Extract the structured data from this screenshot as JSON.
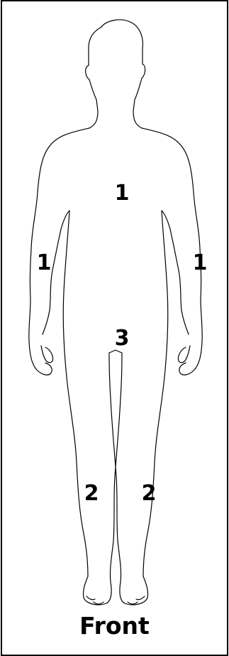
{
  "caption": "Front",
  "regions": {
    "torso": "1",
    "right_arm": "1",
    "left_arm": "1",
    "groin": "3",
    "right_leg": "2",
    "left_leg": "2"
  }
}
